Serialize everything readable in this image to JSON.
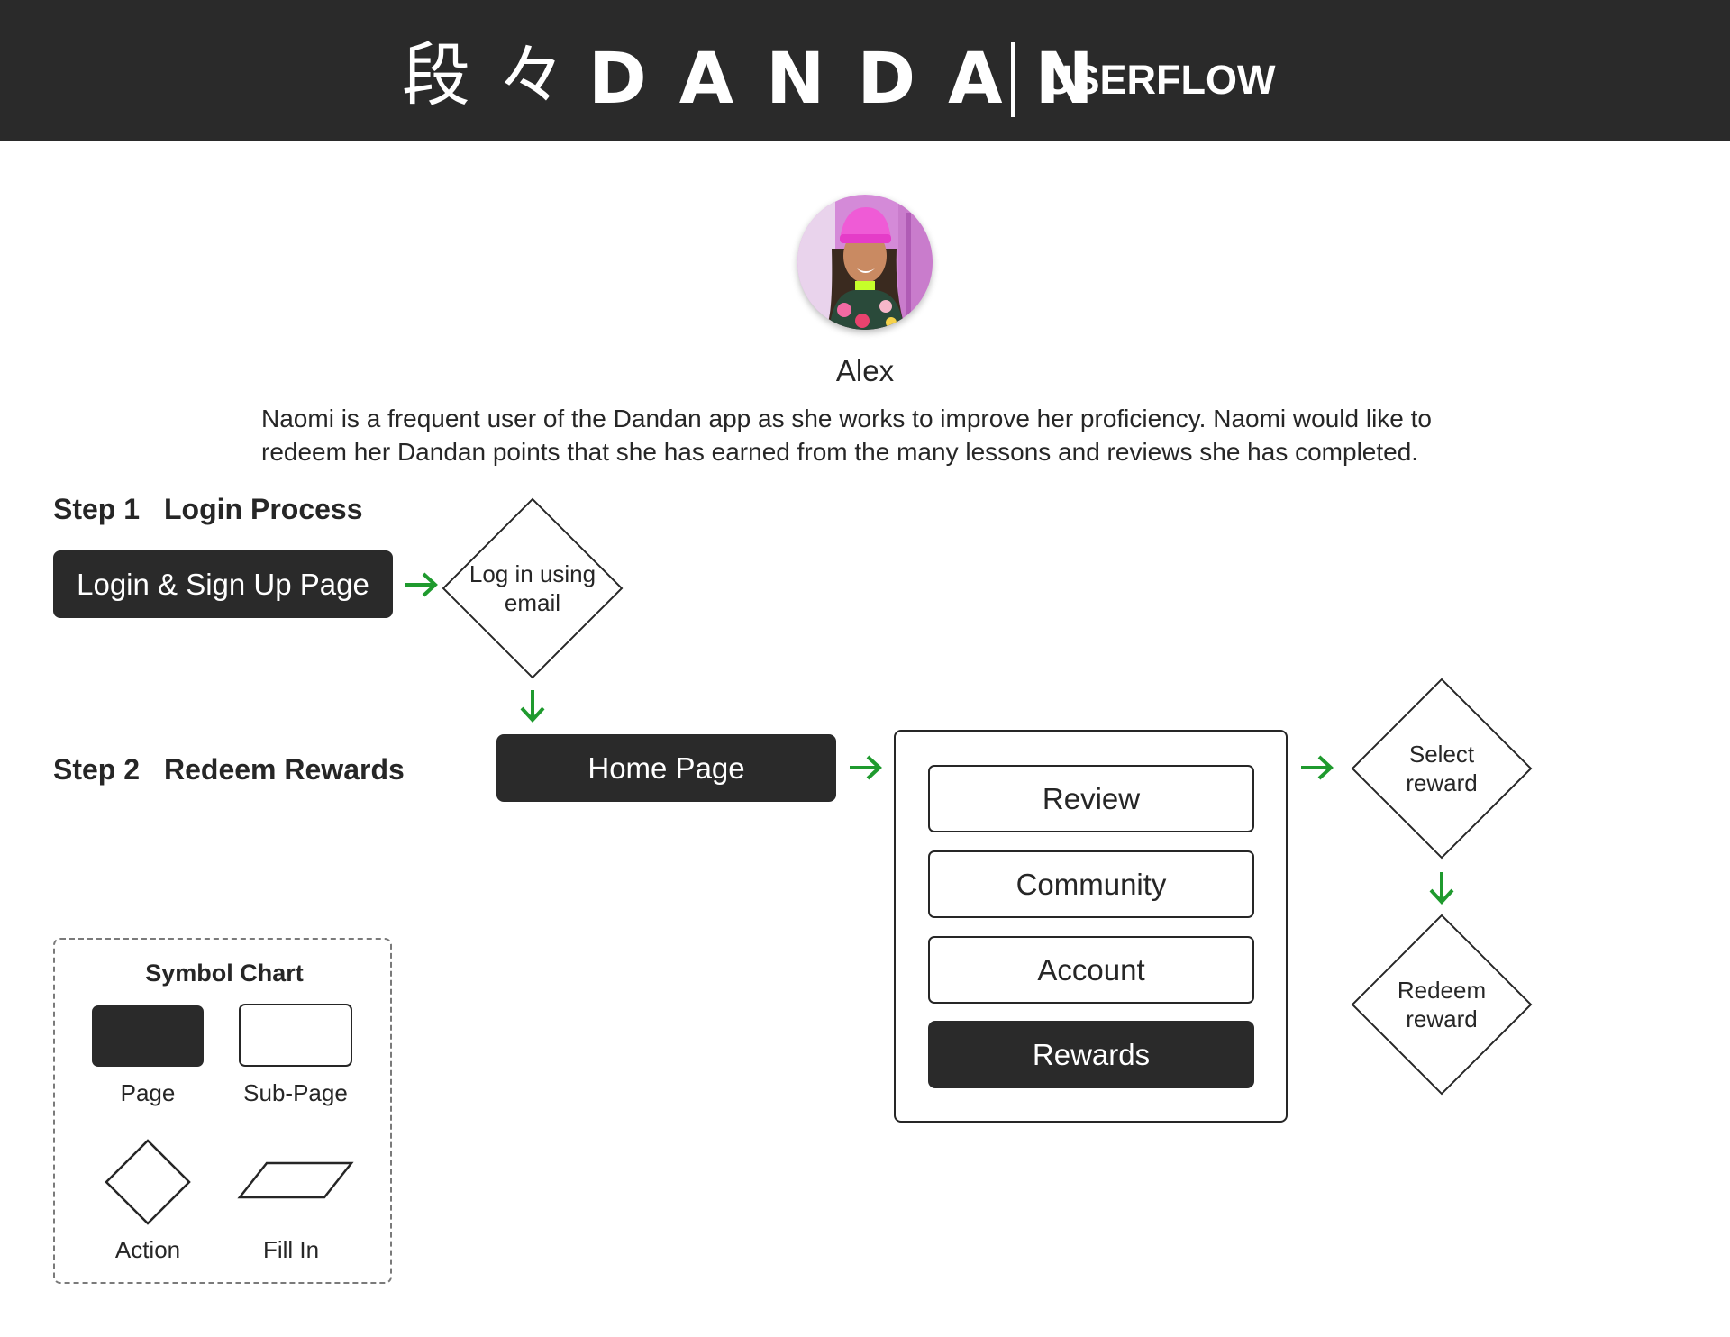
{
  "header": {
    "logo_kanji": "段々",
    "logo_word": "DANDAN",
    "title": "USERFLOW",
    "background": "#2a2a2a"
  },
  "persona": {
    "name": "Alex",
    "description": "Naomi is a frequent user of the Dandan app as she works to improve her proficiency. Naomi would like to redeem her Dandan points that she has earned from the many lessons and reviews she has completed."
  },
  "steps": [
    {
      "label": "Step 1",
      "title": "Login Process"
    },
    {
      "label": "Step 2",
      "title": "Redeem Rewards"
    }
  ],
  "flow": {
    "login_page": "Login & Sign Up Page",
    "login_action": "Log in using email",
    "home_page": "Home Page",
    "subpages": [
      "Review",
      "Community",
      "Account",
      "Rewards"
    ],
    "select_action": "Select reward",
    "redeem_action": "Redeem reward"
  },
  "legend": {
    "title": "Symbol Chart",
    "items": [
      "Page",
      "Sub-Page",
      "Action",
      "Fill In"
    ]
  },
  "colors": {
    "dark": "#2a2a2a",
    "arrow": "#1f9a2e",
    "line": "#262626"
  }
}
